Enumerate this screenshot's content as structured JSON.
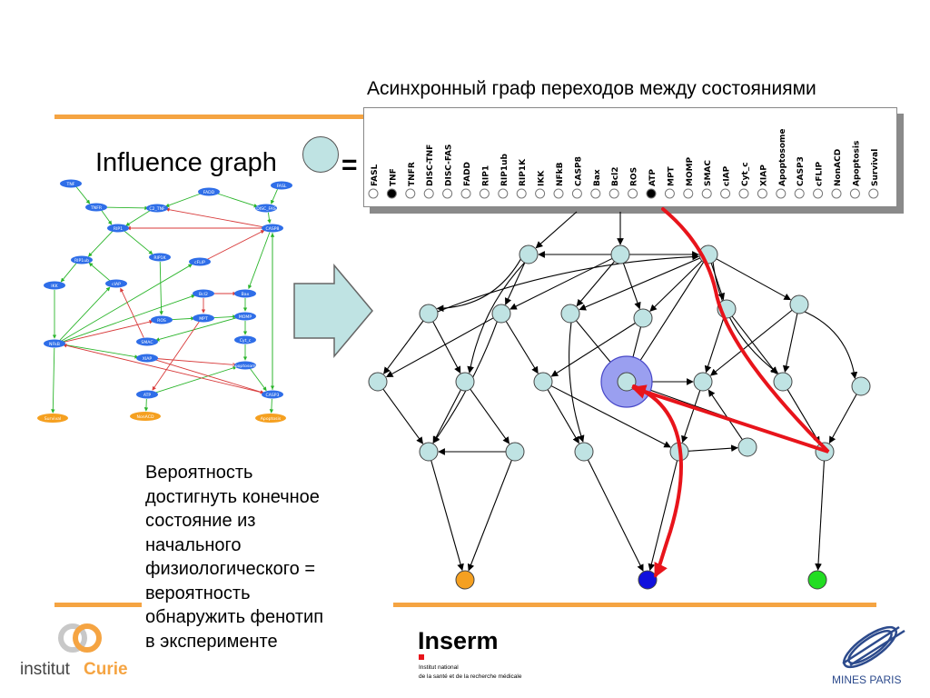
{
  "heading": "Асинхронный граф переходов между состояниями",
  "influence_title": "Influence graph",
  "equals": "=",
  "state_panel": {
    "nodes": [
      "FASL",
      "TNF",
      "TNFR",
      "DISC-TNF",
      "DISC-FAS",
      "FADD",
      "RIP1",
      "RIP1ub",
      "RIP1K",
      "IKK",
      "NFkB",
      "CASP8",
      "Bax",
      "Bcl2",
      "ROS",
      "ATP",
      "MPT",
      "MOMP",
      "SMAC",
      "cIAP",
      "Cyt_c",
      "XIAP",
      "Apoptosome",
      "CASP3",
      "cFLIP",
      "NonACD",
      "Apoptosis",
      "Survival"
    ],
    "active": [
      "TNF",
      "ATP"
    ]
  },
  "description_lines": [
    "Вероятность",
    "достигнуть конечное",
    "состояние из",
    "начального",
    "физиологического =",
    "вероятность",
    "обнаружить фенотип",
    "в эксперименте"
  ],
  "influence_graph": {
    "nodes": [
      "TNF",
      "FADD",
      "FASL",
      "TNFR",
      "C2_TNF",
      "DISC_FAS",
      "RIP1",
      "CASP8",
      "RIP1ub",
      "RIP1K",
      "cFLIP",
      "IKK",
      "cIAP",
      "Bcl2",
      "Bax",
      "ROS",
      "MPT",
      "MOMP",
      "NFkB",
      "SMAC",
      "Cyt_c",
      "XIAP",
      "Apoptosome",
      "ATP",
      "CASP3",
      "Survival",
      "NonACD",
      "Apoptosis"
    ]
  },
  "logos": {
    "curie_prefix": "institut",
    "curie_name": "Curie",
    "inserm_name": "Inserm",
    "inserm_line1": "Institut national",
    "inserm_line2": "de la santé et de la recherche médicale",
    "mines_name": "MINES PARIS"
  },
  "colors": {
    "accent_orange": "#f5a442",
    "node_fill": "#bfe3e3",
    "node_highlight": "#9a9ff0",
    "path_red": "#e8141b",
    "terminal_orange": "#f5a020",
    "terminal_blue": "#1111dd",
    "terminal_green": "#22dd22",
    "graph_blue": "#2f6ee8",
    "graph_orange": "#f5a020"
  }
}
